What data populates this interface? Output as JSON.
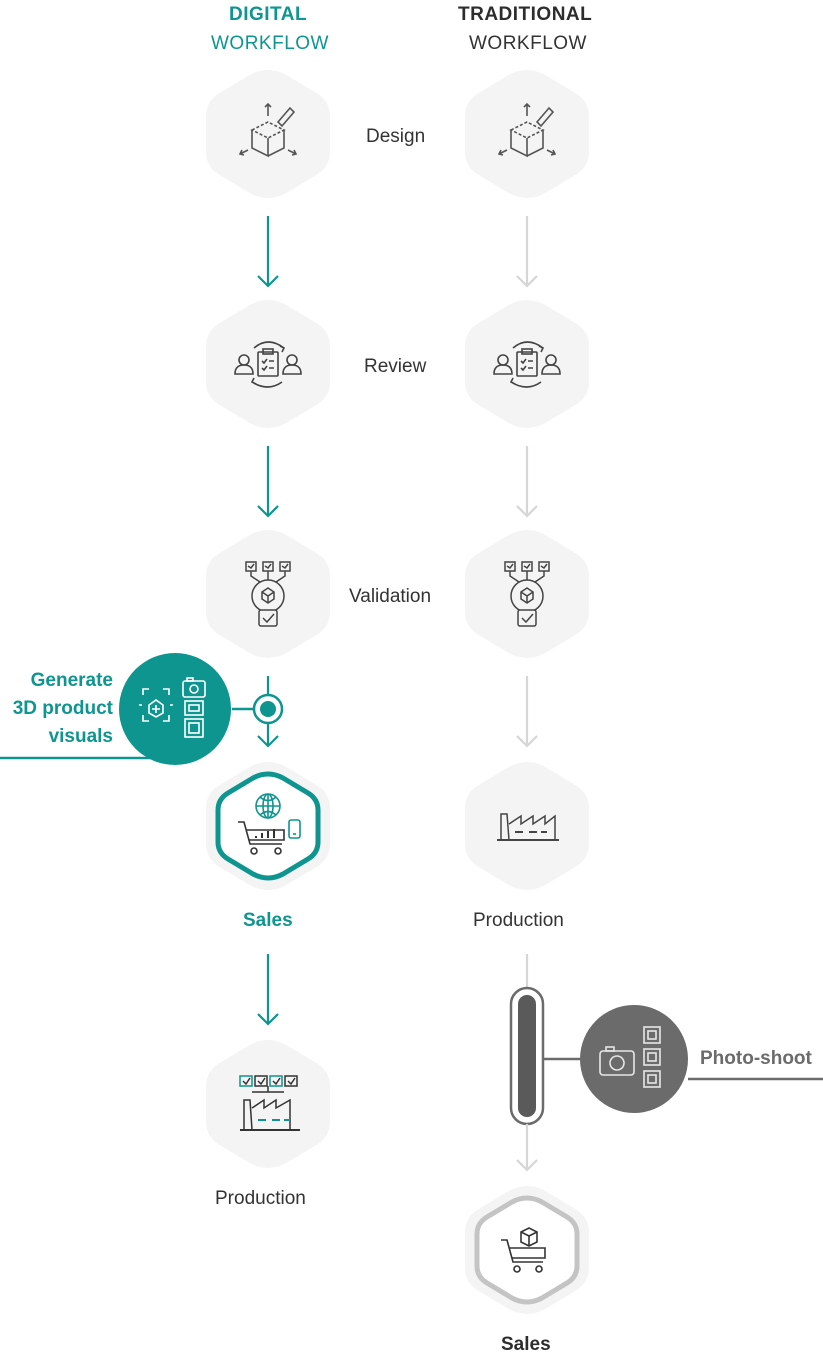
{
  "colors": {
    "digital": "#0e9590",
    "traditional": "#2d2d2d",
    "hexagon_fill": "#f4f4f4",
    "light_arrow": "#d6d6d6",
    "dark_badge": "#6b6b6b"
  },
  "digital": {
    "title_bold": "DIGITAL",
    "title_sub": "WORKFLOW",
    "steps": [
      {
        "icon": "design-icon"
      },
      {
        "icon": "review-icon"
      },
      {
        "icon": "validation-icon"
      },
      {
        "icon": "ecommerce-sales-icon"
      },
      {
        "icon": "production-factory-icon"
      }
    ],
    "insert": {
      "label_lines": [
        "Generate",
        "3D product",
        "visuals"
      ],
      "icon": "3d-visuals-icon"
    },
    "sales_label": "Sales",
    "production_label": "Production"
  },
  "traditional": {
    "title_bold": "TRADITIONAL",
    "title_sub": "WORKFLOW",
    "steps": [
      {
        "icon": "design-icon"
      },
      {
        "icon": "review-icon"
      },
      {
        "icon": "validation-icon"
      },
      {
        "icon": "factory-icon"
      },
      {
        "icon": "shopping-cart-icon"
      }
    ],
    "insert": {
      "label": "Photo-shoot",
      "icon": "camera-icon"
    },
    "production_label": "Production",
    "sales_label": "Sales"
  },
  "shared_steps": [
    "Design",
    "Review",
    "Validation"
  ]
}
